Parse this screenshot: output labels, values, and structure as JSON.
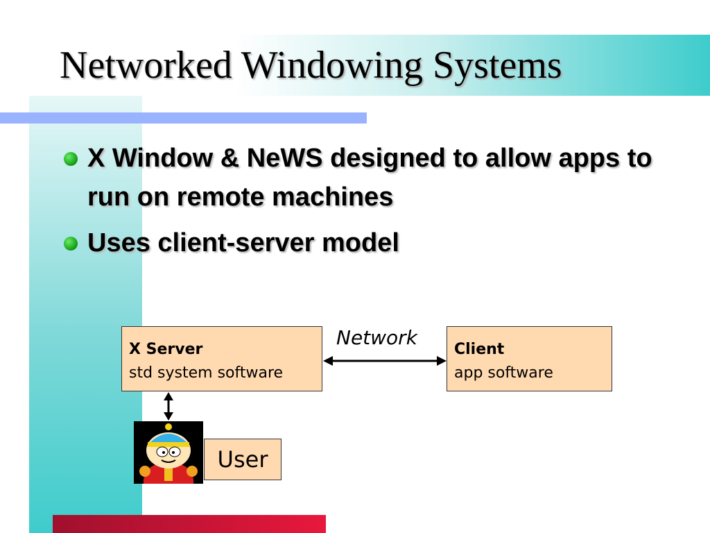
{
  "slide": {
    "title": "Networked Windowing Systems",
    "bullets": [
      "X Window & NeWS designed to allow apps to run on remote machines",
      "Uses client-server model"
    ]
  },
  "diagram": {
    "x_server": {
      "title": "X Server",
      "subtitle": "std system software"
    },
    "client": {
      "title": "Client",
      "subtitle": "app software"
    },
    "network_label": "Network",
    "user_label": "User",
    "avatar_icon": "cartoon-character-icon"
  },
  "colors": {
    "box_fill": "#ffd9b0",
    "teal": "#3fcccc",
    "title_rule": "#99b3ff",
    "bullet_dot": "#119911",
    "bottom_bar": "#e8183c"
  }
}
